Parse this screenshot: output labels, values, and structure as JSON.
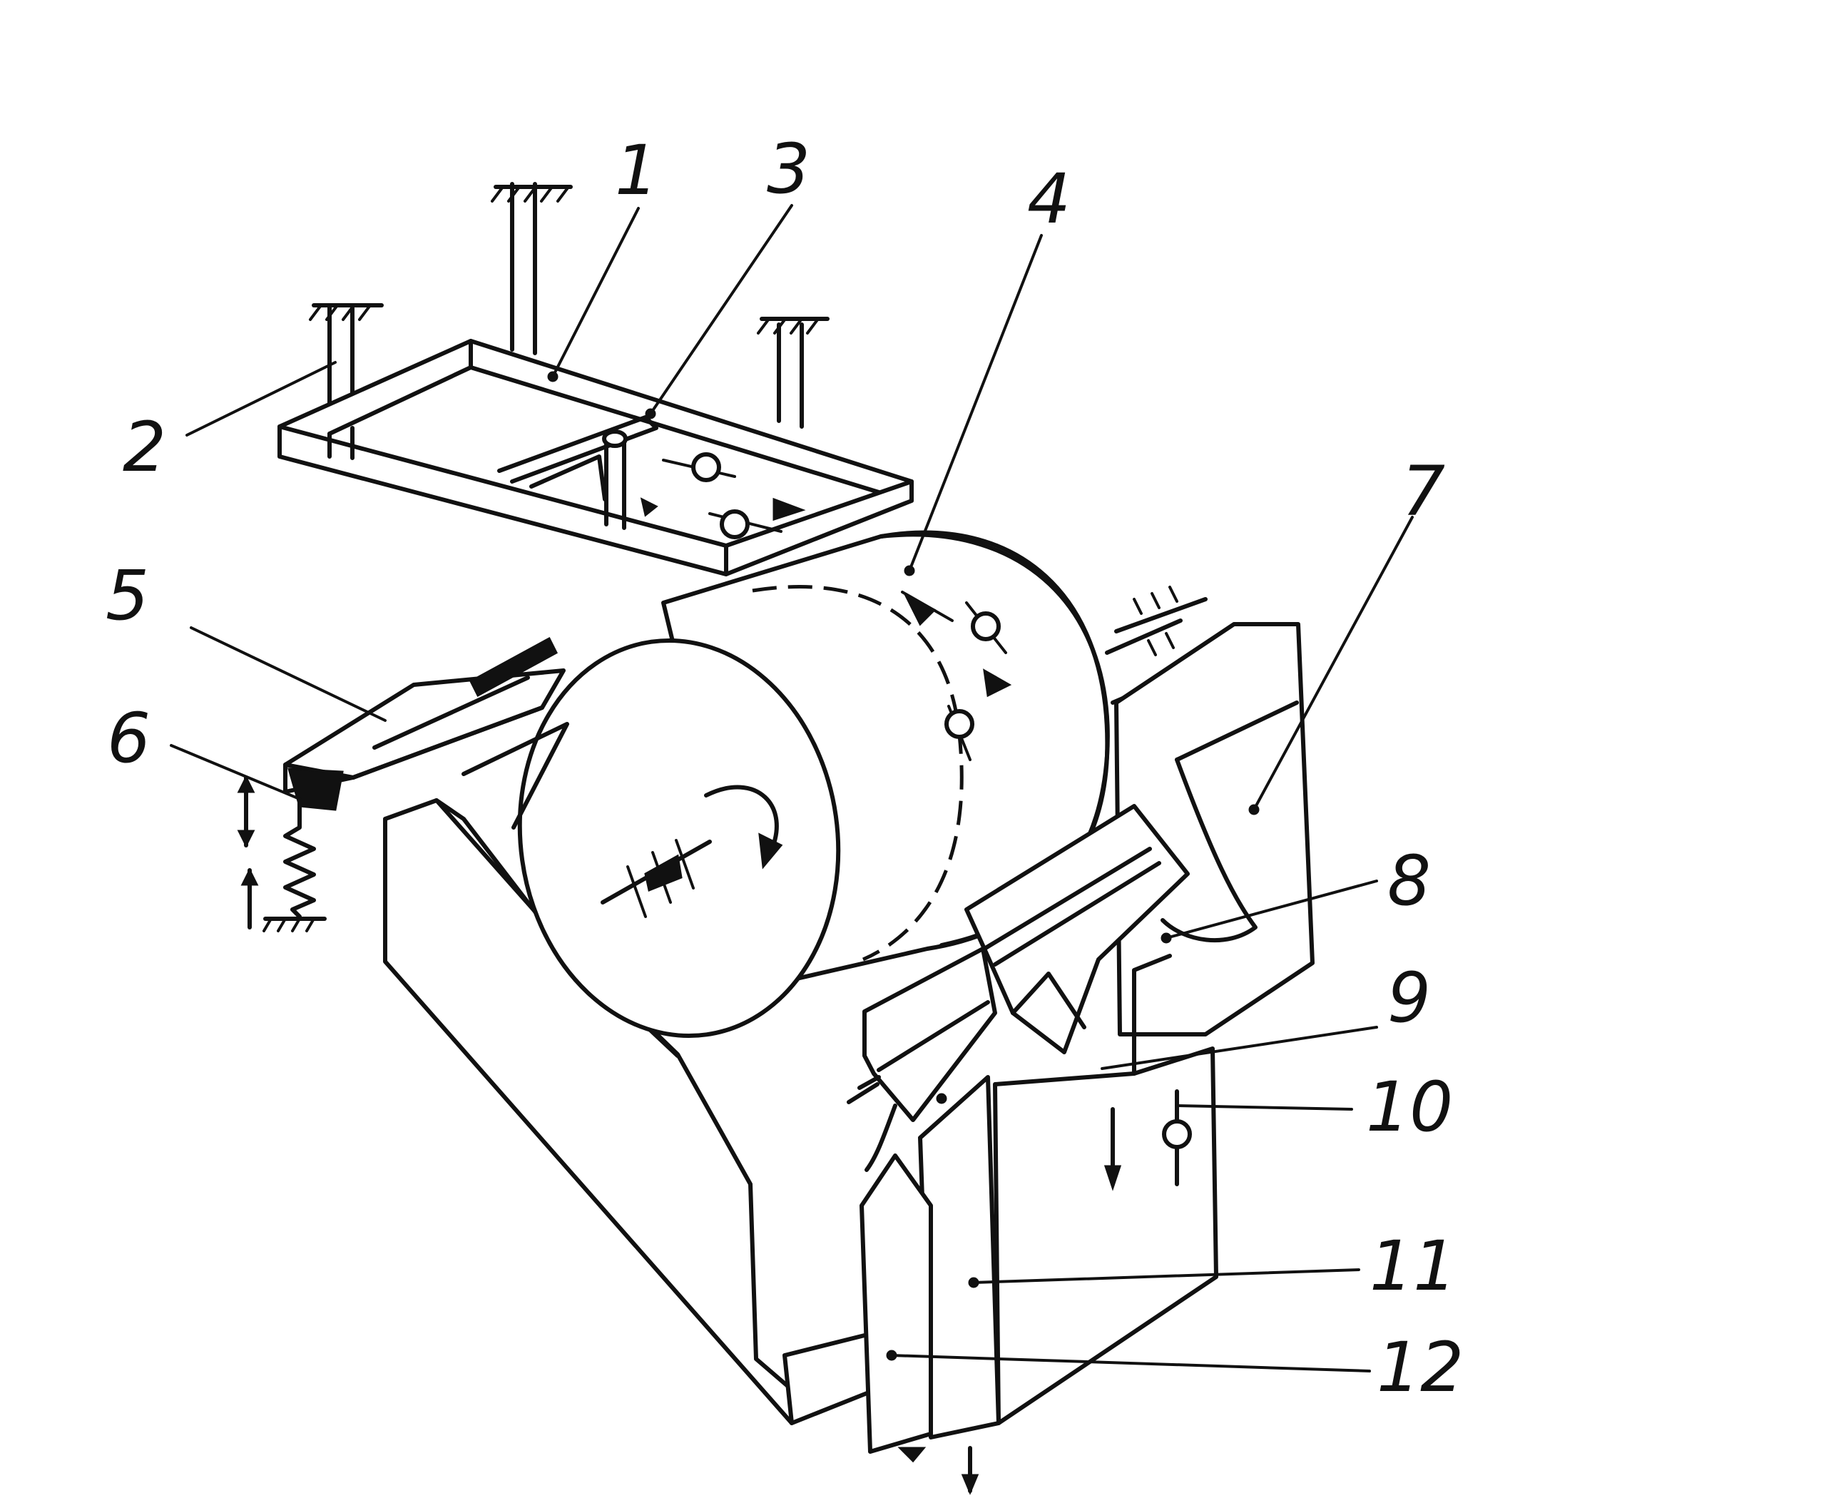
{
  "diagram": {
    "labels": [
      {
        "id": "1",
        "text": "1"
      },
      {
        "id": "2",
        "text": "2"
      },
      {
        "id": "3",
        "text": "3"
      },
      {
        "id": "4",
        "text": "4"
      },
      {
        "id": "5",
        "text": "5"
      },
      {
        "id": "6",
        "text": "6"
      },
      {
        "id": "7",
        "text": "7"
      },
      {
        "id": "8",
        "text": "8"
      },
      {
        "id": "9",
        "text": "9"
      },
      {
        "id": "10",
        "text": "10"
      },
      {
        "id": "11",
        "text": "11"
      },
      {
        "id": "12",
        "text": "12"
      }
    ],
    "components": [
      "feed-tray",
      "tray-support",
      "tray-divider",
      "rotating-drum",
      "scraper-blade",
      "adjustment-spring",
      "discharge-housing",
      "splitter-plate",
      "splitter-plate-lower",
      "chute-right",
      "chute-middle",
      "chute-left"
    ]
  }
}
